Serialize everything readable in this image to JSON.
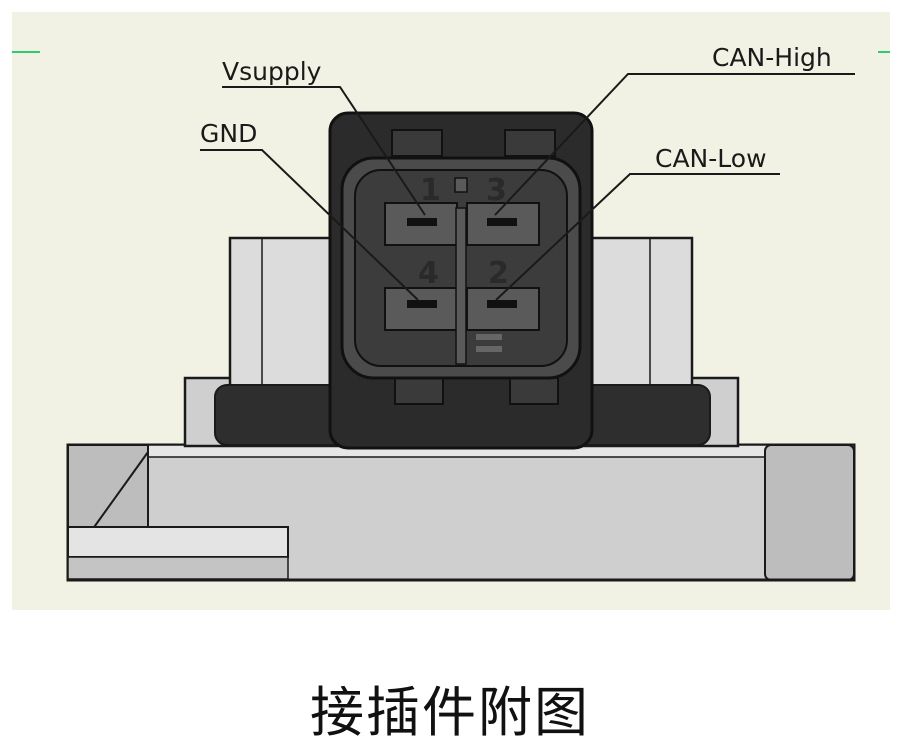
{
  "labels": {
    "vsupply": "Vsupply",
    "gnd": "GND",
    "can_high": "CAN-High",
    "can_low": "CAN-Low"
  },
  "pins": {
    "p1": "1",
    "p2": "2",
    "p3": "3",
    "p4": "4"
  },
  "caption": "接插件附图",
  "colors": {
    "background": "#f2f2e4",
    "connector_body": "#2b2b2b",
    "housing": "#dcdcdc",
    "base": "#cfcfcf",
    "guide_marks": "#2ecc71"
  }
}
